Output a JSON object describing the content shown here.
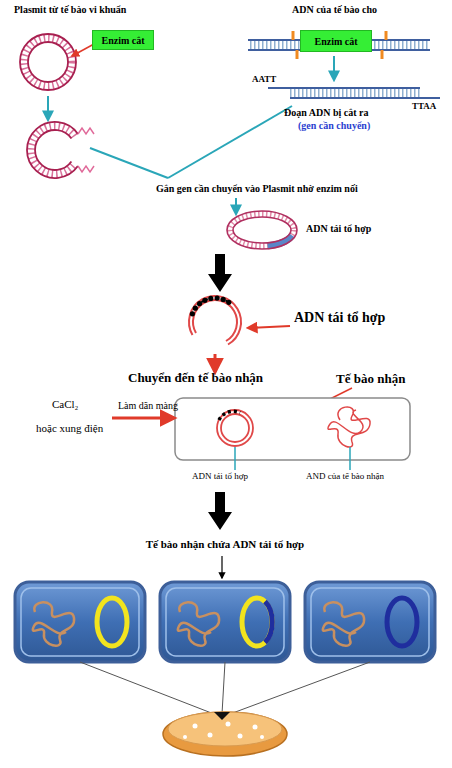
{
  "diagram": {
    "nodes": [
      {
        "text": [
          "Enzim cắt"
        ]
      },
      {
        "text": [
          "Enzim cắt"
        ]
      }
    ],
    "labels": [
      "Plasmit từ tế bào vi khuẩn",
      "ADN của tế bào cho",
      "AATT",
      "TTAA",
      "Đoạn ADN bị cắt ra",
      "(gen cần chuyển)",
      "Gắn gen cần chuyển vào Plasmit nhờ enzim nối",
      "ADN tái tổ hợp",
      "ADN tái tổ hợp",
      "Chuyển đến tế bào nhận",
      "Tế bào nhận",
      "CaCl₂",
      "hoặc xung điện",
      "Làm dãn màng",
      "ADN tái tổ hợp",
      "AND của tế bào nhận",
      "Tế bào nhận chứa ADN tái tổ hợp"
    ]
  }
}
